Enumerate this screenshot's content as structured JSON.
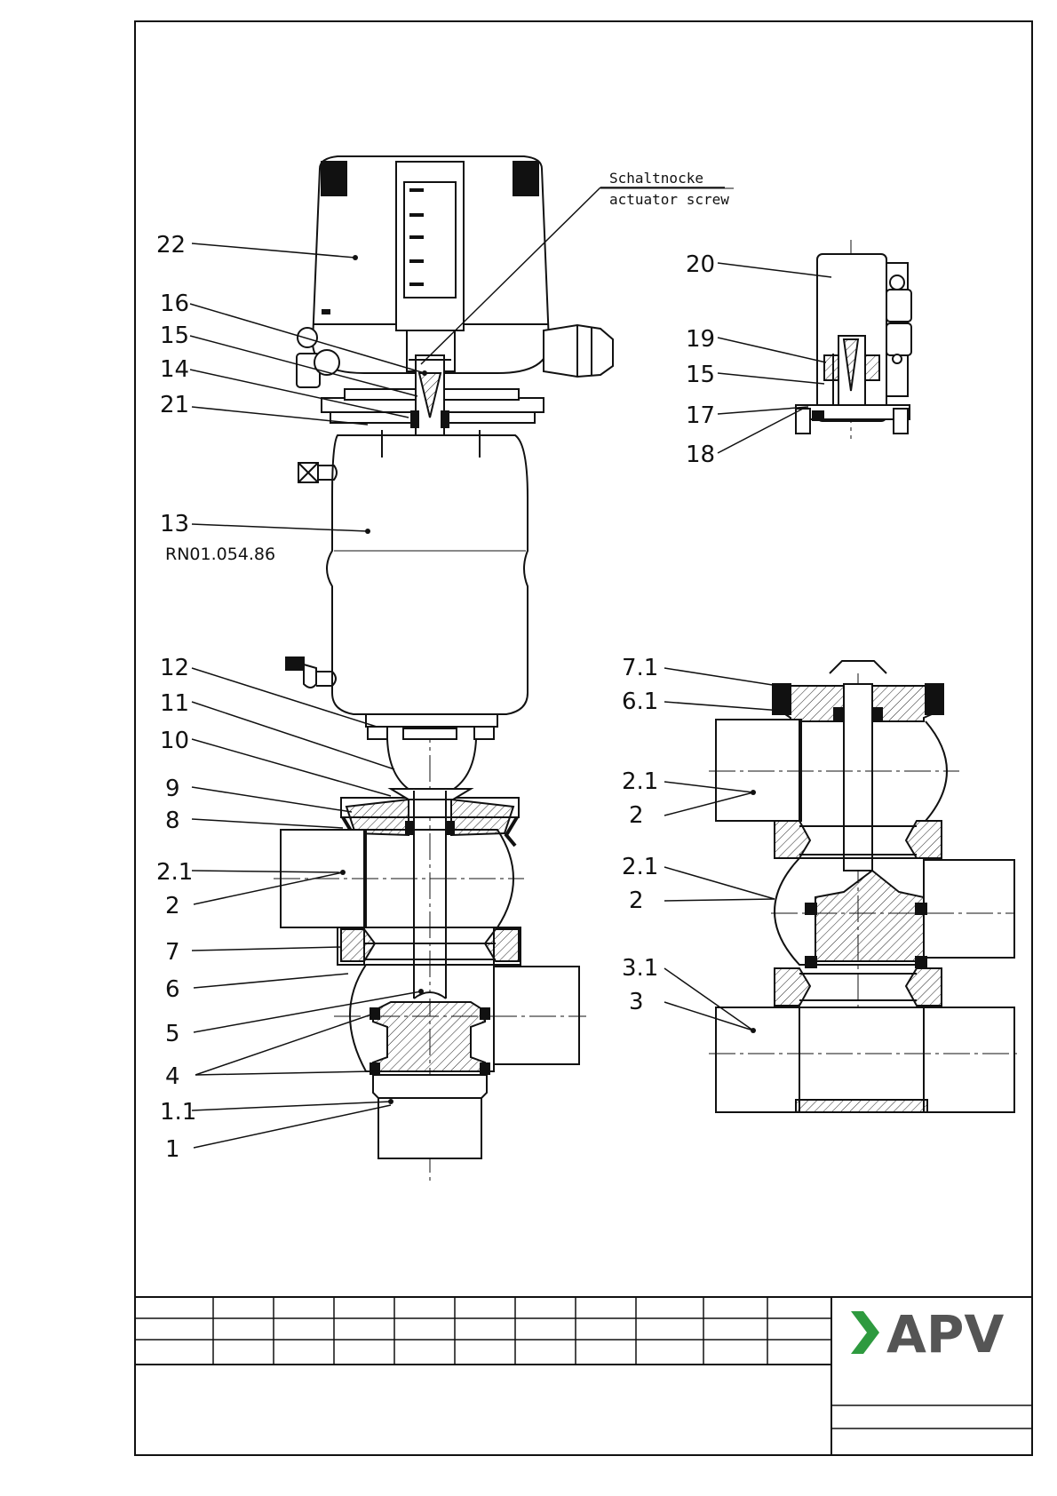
{
  "note": {
    "line1": "Schaltnocke",
    "line2": "actuator screw"
  },
  "main_labels": {
    "l22": "22",
    "l16": "16",
    "l15": "15",
    "l14": "14",
    "l21": "21",
    "l13": "13",
    "l13_sub": "RN01.054.86",
    "l12": "12",
    "l11": "11",
    "l10": "10",
    "l9": "9",
    "l8": "8",
    "l2_1": "2.1",
    "l2": "2",
    "l7": "7",
    "l6": "6",
    "l5": "5",
    "l4": "4",
    "l1_1": "1.1",
    "l1": "1"
  },
  "detail_labels": {
    "l20": "20",
    "l19": "19",
    "l15": "15",
    "l17": "17",
    "l18": "18"
  },
  "right_labels": {
    "l7_1": "7.1",
    "l6_1": "6.1",
    "l2_1a": "2.1",
    "l2a": "2",
    "l2_1b": "2.1",
    "l2b": "2",
    "l3_1": "3.1",
    "l3": "3"
  },
  "brand": {
    "name": "APV",
    "arrow_color": "#2e9a3f",
    "text_color": "#555555"
  }
}
